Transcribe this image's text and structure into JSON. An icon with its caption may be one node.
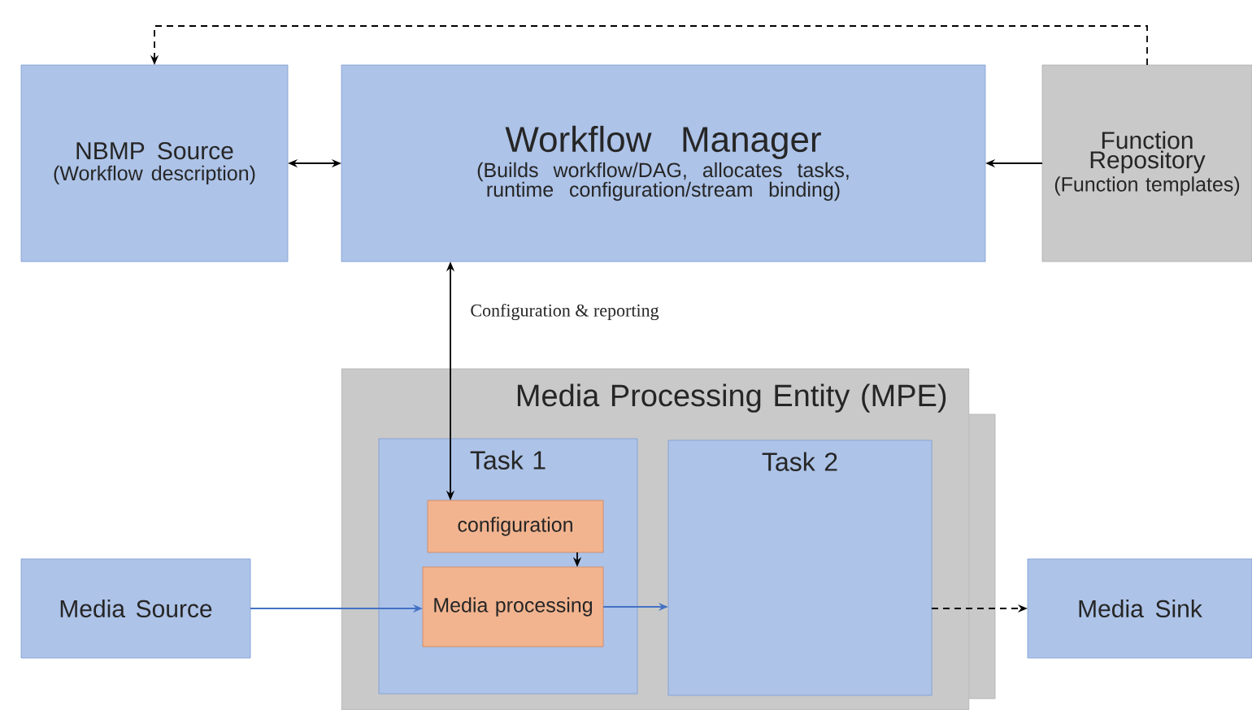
{
  "diagram": {
    "nodes": [
      {
        "text": [
          "NBMP Source",
          "(Workflow description)"
        ]
      },
      {
        "text": [
          "Workflow Manager",
          "(Builds workflow/DAG, allocates tasks, runtime configuration/stream binding)"
        ]
      },
      {
        "text": [
          "Function Repository",
          "(Function templates)"
        ]
      },
      {
        "text": [
          "Media Processing Entity (MPE)"
        ]
      },
      {
        "text": [
          "Task 1"
        ],
        "in": 3
      },
      {
        "text": [
          "configuration"
        ],
        "in": 4
      },
      {
        "text": [
          "Media processing"
        ],
        "in": 4
      },
      {
        "text": [
          "Task 2"
        ],
        "in": 3
      },
      {
        "text": [
          "Media Source"
        ]
      },
      {
        "text": [
          "Media Sink"
        ]
      }
    ],
    "edges": [
      {
        "from": 0,
        "to": 1,
        "arrow": "both"
      },
      {
        "from": 2,
        "to": 1,
        "arrow": "to"
      },
      {
        "from": 2,
        "to": 0,
        "arrow": "to",
        "style": "dashed"
      },
      {
        "from": 1,
        "to": 5,
        "arrow": "both",
        "label": "Configuration & reporting"
      },
      {
        "from": 5,
        "to": 6,
        "arrow": "to"
      },
      {
        "from": 8,
        "to": 6,
        "arrow": "to",
        "color": "#4472c4"
      },
      {
        "from": 6,
        "to": 7,
        "arrow": "to",
        "color": "#4472c4"
      },
      {
        "from": 7,
        "to": 9,
        "arrow": "to",
        "style": "dashed"
      }
    ]
  }
}
